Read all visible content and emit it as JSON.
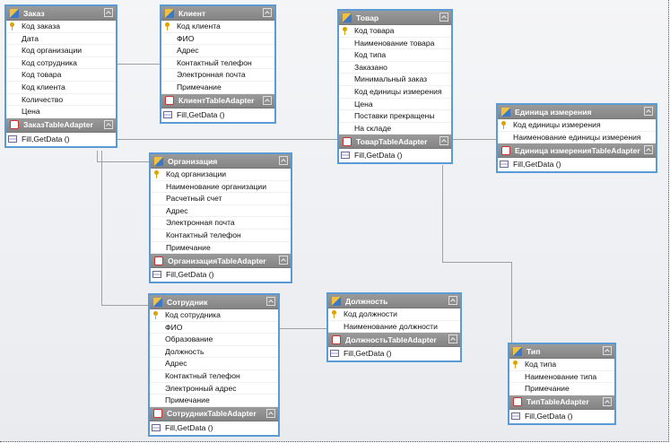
{
  "tables": [
    {
      "id": "zakaz",
      "title": "Заказ",
      "fields": [
        "Код заказа",
        "Дата",
        "Код организации",
        "Код сотрудника",
        "Код товара",
        "Код клиента",
        "Количество",
        "Цена"
      ],
      "adapter": "ЗаказTableAdapter",
      "method": "Fill,GetData ()"
    },
    {
      "id": "klient",
      "title": "Клиент",
      "fields": [
        "Код клиента",
        "ФИО",
        "Адрес",
        "Контактный телефон",
        "Электронная почта",
        "Примечание"
      ],
      "adapter": "КлиентTableAdapter",
      "method": "Fill,GetData ()"
    },
    {
      "id": "tovar",
      "title": "Товар",
      "fields": [
        "Код товара",
        "Наименование товара",
        "Код типа",
        "Заказано",
        "Минимальный заказ",
        "Код единицы измерения",
        "Цена",
        "Поставки прекращены",
        "На складе"
      ],
      "adapter": "ТоварTableAdapter",
      "method": "Fill,GetData ()"
    },
    {
      "id": "edinica",
      "title": "Единица измерения",
      "fields": [
        "Код единицы измерения",
        "Наименование единицы измерения"
      ],
      "adapter": "Единица измеренияTableAdapter",
      "method": "Fill,GetData ()"
    },
    {
      "id": "org",
      "title": "Организация",
      "fields": [
        "Код организации",
        "Наименование организации",
        "Расчетный счет",
        "Адрес",
        "Электронная почта",
        "Контактный телефон",
        "Примечание"
      ],
      "adapter": "ОрганизацияTableAdapter",
      "method": "Fill,GetData ()"
    },
    {
      "id": "sotr",
      "title": "Сотрудник",
      "fields": [
        "Код сотрудника",
        "ФИО",
        "Образование",
        "Должность",
        "Адрес",
        "Контактный телефон",
        "Электронный адрес",
        "Примечание"
      ],
      "adapter": "СотрудникTableAdapter",
      "method": "Fill,GetData ()"
    },
    {
      "id": "dolzh",
      "title": "Должность",
      "fields": [
        "Код должности",
        "Наименование должности"
      ],
      "adapter": "ДолжностьTableAdapter",
      "method": "Fill,GetData ()"
    },
    {
      "id": "tip",
      "title": "Тип",
      "fields": [
        "Код типа",
        "Наименование типа",
        "Примечание"
      ],
      "adapter": "ТипTableAdapter",
      "method": "Fill,GetData ()"
    }
  ]
}
